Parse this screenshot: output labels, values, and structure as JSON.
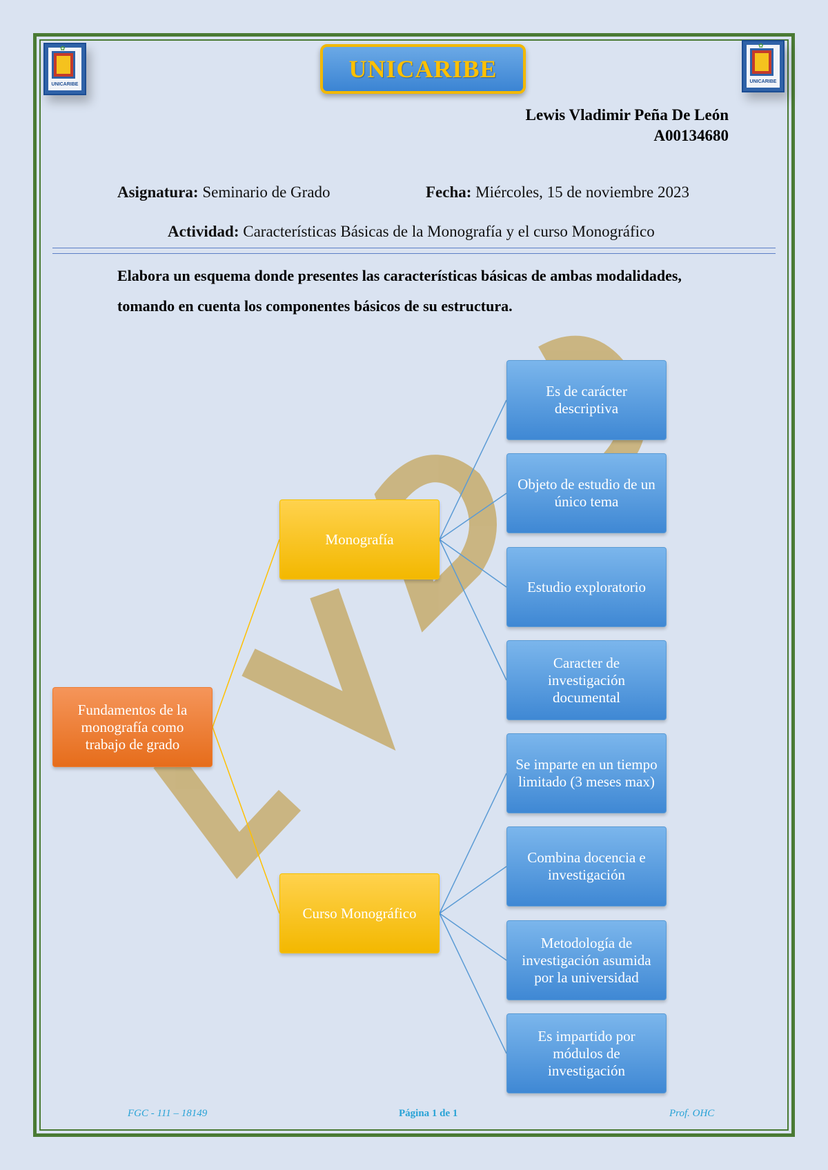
{
  "header": {
    "badge_title": "UNICARIBE",
    "logo_left_label": "UNICARIBE",
    "logo_right_label": "UNICARIBE",
    "author_name": "Lewis Vladimir Peña De León",
    "author_id": "A00134680"
  },
  "info": {
    "subject_label": "Asignatura:",
    "subject_value": "Seminario de Grado",
    "date_label": "Fecha:",
    "date_value": "Miércoles, 15 de noviembre 2023",
    "activity_label": "Actividad:",
    "activity_value": "Características Básicas de la Monografía y el curso Monográfico"
  },
  "instruction": "Elabora un esquema donde presentes las características básicas de ambas modalidades, tomando en cuenta los componentes básicos de su estructura.",
  "watermark": "LVP",
  "diagram": {
    "root": "Fundamentos de la monografía como trabajo de grado",
    "branches": [
      {
        "label": "Monografía",
        "items": [
          "Es de carácter descriptiva",
          "Objeto de estudio de un único tema",
          "Estudio exploratorio",
          "Caracter de investigación documental"
        ]
      },
      {
        "label": "Curso Monográfico",
        "items": [
          "Se imparte en un tiempo limitado (3 meses max)",
          "Combina docencia e investigación",
          "Metodología de investigación asumida por la universidad",
          "Es impartido por módulos de investigación"
        ]
      }
    ],
    "colors": {
      "root": "#ed7d31",
      "branch": "#ffc000",
      "leaf": "#5b9bd5",
      "branch_line": "#ffc000",
      "leaf_line": "#5b9bd5"
    }
  },
  "footer": {
    "left": "FGC - 111 – 18149",
    "center": "Página 1 de 1",
    "right": "Prof. OHC"
  }
}
